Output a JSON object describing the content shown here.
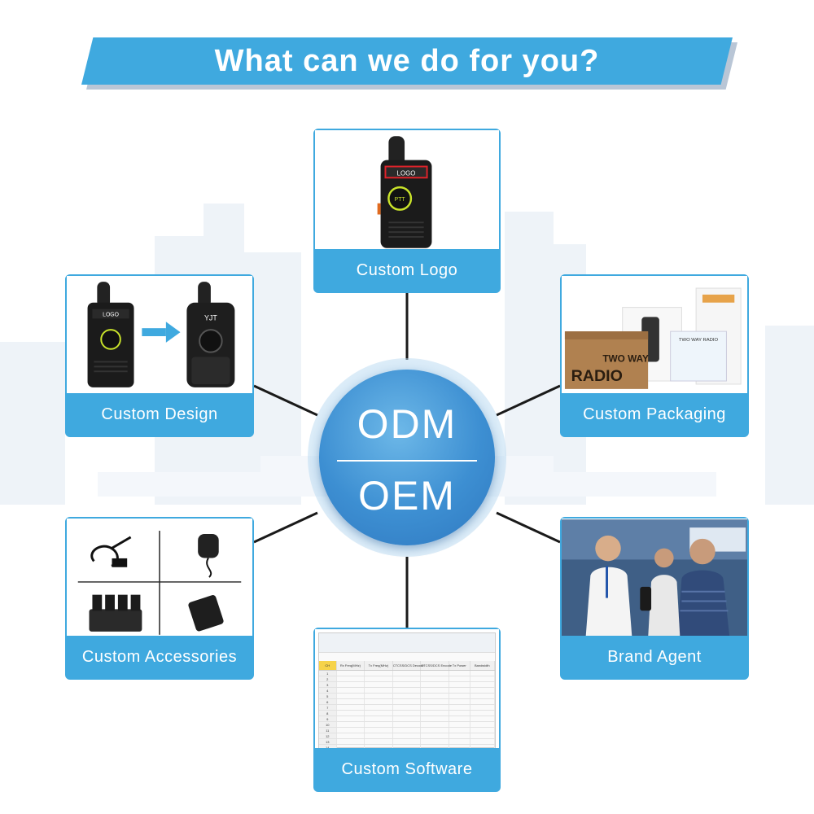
{
  "header": {
    "title": "What can we do for you?"
  },
  "center": {
    "top": "ODM",
    "bottom": "OEM"
  },
  "cards": {
    "logo": {
      "label": "Custom Logo",
      "device_logo_text": "LOGO",
      "ptt_text": "PTT"
    },
    "design": {
      "label": "Custom Design",
      "before_logo_text": "LOGO",
      "after_logo_text": "YJT"
    },
    "packaging": {
      "label": "Custom Packaging",
      "box_text_top": "TWO WAY",
      "box_text_brand": "RADIO",
      "box2_text": "TWO WAY RADIO"
    },
    "accessories": {
      "label": "Custom Accessories"
    },
    "brand": {
      "label": "Brand Agent"
    },
    "software": {
      "label": "Custom Software",
      "columns": [
        "CH",
        "Rx Freq(MHz)",
        "Tx Freq(MHz)",
        "CTCSS/DCS Decode",
        "CTCSS/DCS Encode",
        "Tx Power",
        "Bandwidth"
      ],
      "rows": [
        "1",
        "2",
        "3",
        "4",
        "5",
        "6",
        "7",
        "8",
        "9",
        "10",
        "11",
        "12",
        "13",
        "14"
      ]
    }
  },
  "colors": {
    "accent": "#3fa9df",
    "circle": "#3d8fd2",
    "line": "#1a1a1a"
  },
  "icons": [
    "walkie-talkie-icon",
    "arrow-right-icon",
    "earpiece-icon",
    "speaker-mic-icon",
    "charger-icon",
    "battery-icon"
  ]
}
